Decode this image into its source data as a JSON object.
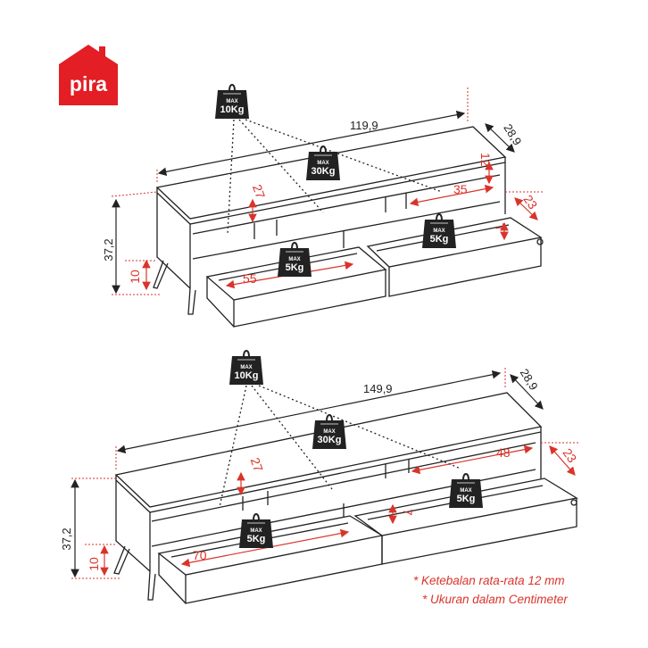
{
  "brand": {
    "name": "pira",
    "color": "#e31e24"
  },
  "colors": {
    "annotation": "#d9342b",
    "line": "#222222"
  },
  "weight_icon": {
    "max_label": "MAX"
  },
  "small_unit": {
    "width": "119,9",
    "depth": "28,9",
    "height": "37,2",
    "leg_height": "10",
    "shelf_height": "27",
    "compartment_width": "35",
    "compartment_height": "12",
    "drawer_depth": "23",
    "drawer_height": "7",
    "drawer_width": "55",
    "top_load": "10Kg",
    "shelf_load": "30Kg",
    "drawer_left_load": "5Kg",
    "drawer_right_load": "5Kg"
  },
  "large_unit": {
    "width": "149,9",
    "depth": "28,9",
    "height": "37,2",
    "leg_height": "10",
    "shelf_height": "27",
    "compartment_width": "48",
    "drawer_depth": "23",
    "drawer_height": "7",
    "drawer_width": "70",
    "top_load": "10Kg",
    "shelf_load": "30Kg",
    "drawer_left_load": "5Kg",
    "drawer_right_load": "5Kg"
  },
  "notes": [
    "* Ketebalan rata-rata 12 mm",
    "* Ukuran dalam Centimeter"
  ]
}
